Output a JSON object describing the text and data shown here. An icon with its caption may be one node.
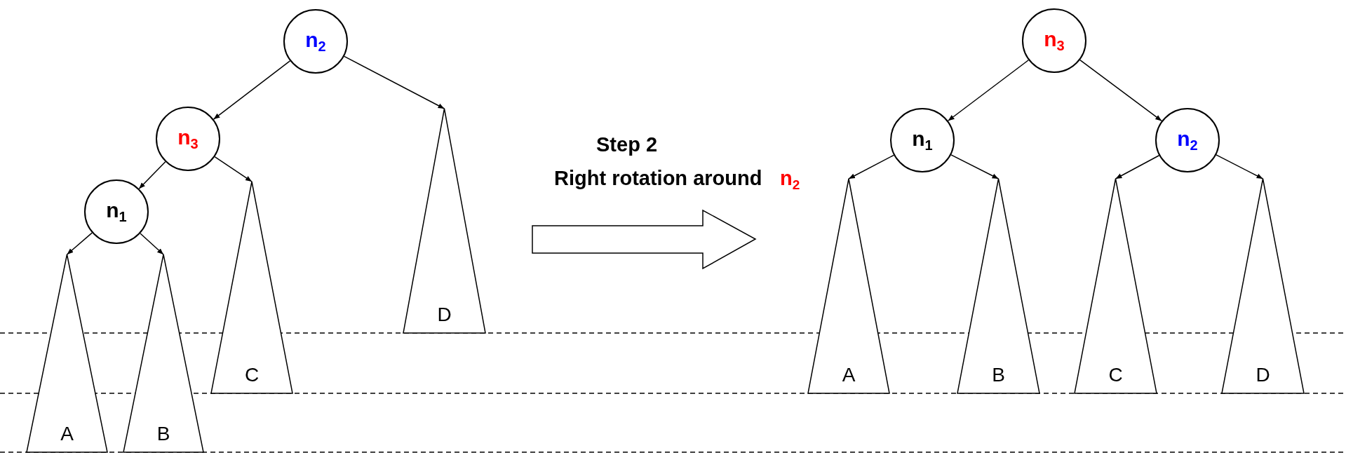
{
  "diagram": {
    "nodes": [
      {
        "text": [
          "n$_{2}$"
        ]
      },
      {
        "text": [
          "n$_{3}$"
        ]
      },
      {
        "text": [
          "n$_{1}$"
        ]
      },
      {
        "text": [
          "A"
        ]
      },
      {
        "text": [
          "B"
        ]
      },
      {
        "text": [
          "C"
        ]
      },
      {
        "text": [
          "D"
        ]
      },
      {
        "text": [
          "n$_{3}$"
        ]
      },
      {
        "text": [
          "n$_{1}$"
        ]
      },
      {
        "text": [
          "n$_{2}$"
        ]
      },
      {
        "text": [
          "A"
        ]
      },
      {
        "text": [
          "B"
        ]
      },
      {
        "text": [
          "C"
        ]
      },
      {
        "text": [
          "D"
        ]
      }
    ],
    "edges": [
      {
        "from": 0,
        "to": 1,
        "arrow": "to"
      },
      {
        "from": 0,
        "to": 6,
        "arrow": "to"
      },
      {
        "from": 1,
        "to": 2,
        "arrow": "to"
      },
      {
        "from": 1,
        "to": 5,
        "arrow": "to"
      },
      {
        "from": 2,
        "to": 3,
        "arrow": "to"
      },
      {
        "from": 2,
        "to": 4,
        "arrow": "to"
      },
      {
        "from": 7,
        "to": 8,
        "arrow": "to"
      },
      {
        "from": 7,
        "to": 9,
        "arrow": "to"
      },
      {
        "from": 8,
        "to": 10,
        "arrow": "to"
      },
      {
        "from": 8,
        "to": 11,
        "arrow": "to"
      },
      {
        "from": 9,
        "to": 12,
        "arrow": "to"
      },
      {
        "from": 9,
        "to": 13,
        "arrow": "to"
      }
    ],
    "labels": [
      "Step 2",
      "Right rotation around",
      "n$_{2}$"
    ]
  }
}
